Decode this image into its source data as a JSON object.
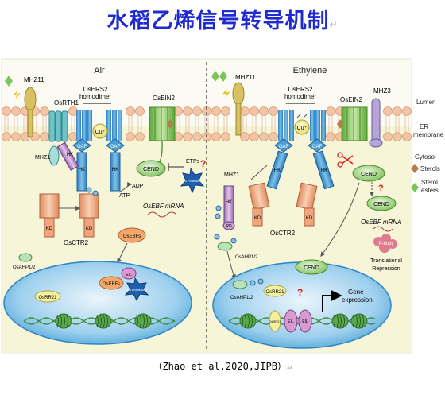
{
  "title": "水稻乙烯信号转导机制",
  "return_mark": "↵",
  "citation": "（Zhao et al.2020,JIPB）",
  "panels": {
    "left": {
      "heading": "Air",
      "labels": {
        "mhz11": "MHZ11",
        "osrth1": "OsRTH1",
        "osers2": "OsERS2",
        "homodimer": "homodimer",
        "osein2": "OsEIN2",
        "cu": "Cu⁺",
        "gaf1": "GAF",
        "gaf2": "GAF",
        "hk1": "HK",
        "hk2": "HK",
        "hk_mhz1": "HK",
        "mhz1": "MHZ1",
        "cend": "CEND",
        "etp": "ETPs",
        "proteasome": "26S Proteasome",
        "question": "?",
        "adp": "ADP",
        "atp": "ATP",
        "kd1": "KD",
        "kd2": "KD",
        "osctr2": "OsCTR2",
        "osebf_mrna": "OsEBF mRNA",
        "osebfs_cyt": "OsEBFs",
        "osahp": "OsAHP1/2",
        "osrr21": "OsRR21",
        "osebfs_nuc": "OsEBFs",
        "eil": "EIL",
        "proteasome2": "26S Proteasome"
      }
    },
    "right": {
      "heading": "Ethylene",
      "labels": {
        "mhz11": "MHZ11",
        "osers2": "OsERS2",
        "homodimer": "homodimer",
        "osein2": "OsEIN2",
        "mhz3": "MHZ3",
        "cu": "Cu⁺",
        "gaf1": "GAF",
        "gaf2": "GAF",
        "hk1": "HK",
        "hk2": "HK",
        "hk_mhz1": "HK",
        "rd": "RD",
        "mhz1": "MHZ1",
        "kd1": "KD",
        "kd2": "KD",
        "osctr2": "OsCTR2",
        "cend": "CEND",
        "cend2": "CEND",
        "cend_nuc": "CEND",
        "question": "?",
        "osebf_mrna": "OsEBF mRNA",
        "pbody": "P-body",
        "translational": "Translational",
        "repression": "Repression",
        "osahp": "OsAHP1/2",
        "osahp_nuc": "OsAHP1/2",
        "osrr21": "OsRR21",
        "gene": "Gene",
        "expression": "expression",
        "question2": "?",
        "eil1": "EIL",
        "eil2": "EIL",
        "osrr21_dna": "OsRR21"
      }
    }
  },
  "legend": {
    "lumen": "Lumen",
    "er1": "ER",
    "er2": "membrane",
    "cytosol": "Cytosol",
    "sterols": "Sterols",
    "sterol1": "Sterol",
    "sterol2": "esters"
  },
  "colors": {
    "title": "#1f2bd0",
    "membrane": "#f3c5a4",
    "receptor": "#4a9fd8",
    "cytosol": "#f7f6dc",
    "nucleus": "#7bbde3",
    "ein2": "#8fc95c",
    "kinase": "#f1a57d",
    "mhz1": "#b88bc7",
    "dna": "#3e8d3a",
    "eil": "#d79ad3",
    "sterol": "#b97b49",
    "sterol_ester": "#7cc45c"
  }
}
